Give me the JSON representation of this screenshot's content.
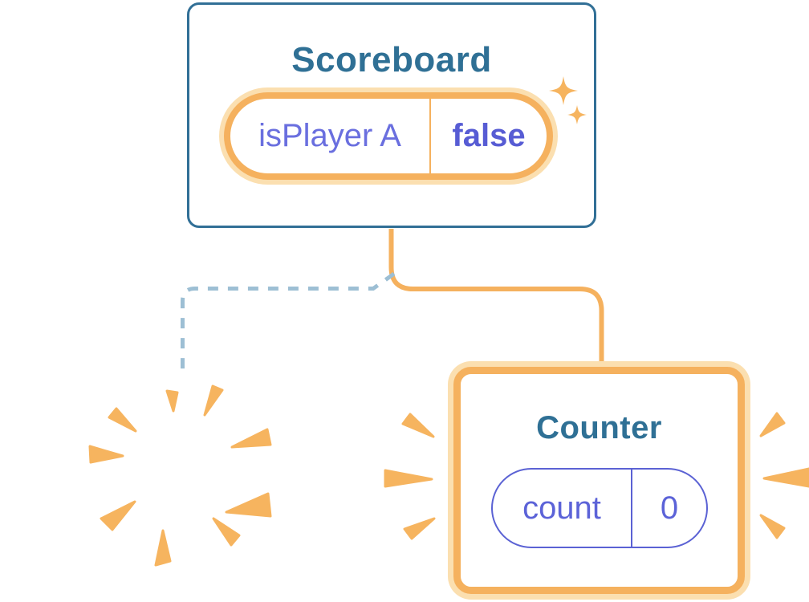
{
  "diagram": {
    "scoreboard": {
      "title": "Scoreboard",
      "state_pill": {
        "label": "isPlayer A",
        "value": "false"
      }
    },
    "counter": {
      "title": "Counter",
      "state_pill": {
        "label": "count",
        "value": "0"
      }
    },
    "icons": {
      "sparkles": "sparkle-icon",
      "poof": "poof-burst-icon",
      "emphasis_left": "emphasis-burst-left-icon",
      "emphasis_right": "emphasis-burst-right-icon"
    },
    "colors": {
      "card_border_teal": "#316F96",
      "title_teal": "#2F7095",
      "orange_strong": "#F5B15E",
      "orange_halo": "#FBDFB0",
      "sparkle_orange": "#F6B45F",
      "purple_label": "#6A6FDF",
      "purple_value_bold": "#575CD4",
      "counter_purple": "#5C63D8",
      "counter_pill_border": "#5B62D4",
      "dashed_connector_blue": "#9DBFD4",
      "background": "#FFFFFF"
    }
  }
}
